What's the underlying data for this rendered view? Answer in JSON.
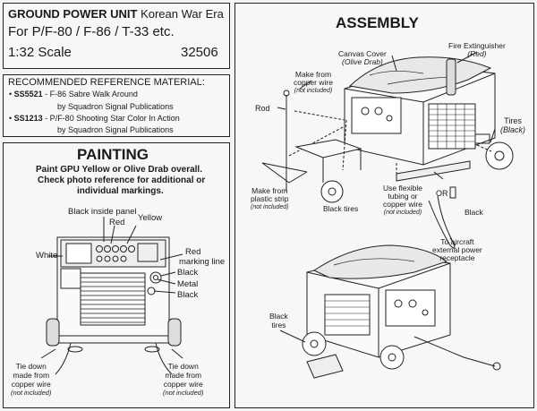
{
  "title": {
    "line1_bold": "GROUND POWER UNIT",
    "line1_rest": "Korean War Era",
    "line2": "For P/F-80 / F-86 / T-33 etc.",
    "line3": "1:32 Scale",
    "kit_number": "32506"
  },
  "reference": {
    "heading": "RECOMMENDED REFERENCE MATERIAL:",
    "items": [
      {
        "code": "SS5521",
        "text": " - F-86 Sabre Walk Around",
        "publisher": "by Squadron Signal Publications"
      },
      {
        "code": "SS1213",
        "text": " - P/F-80 Shooting Star Color In Action",
        "publisher": "by Squadron Signal Publications"
      }
    ]
  },
  "painting": {
    "heading": "PAINTING",
    "instructions": [
      "Paint GPU Yellow or Olive Drab overall.",
      "Check photo reference for additional or",
      "individual markings."
    ],
    "labels": {
      "black_inside_panel": "Black inside panel",
      "red": "Red",
      "yellow": "Yellow",
      "white": "White",
      "red_marking_1": "Red",
      "red_marking_2": "marking line",
      "black1": "Black",
      "metal": "Metal",
      "black2": "Black",
      "tie_left_1": "Tie down",
      "tie_left_2": "made from",
      "tie_left_3": "copper wire",
      "tie_left_4": "(not included)",
      "tie_right_1": "Tie down",
      "tie_right_2": "made from",
      "tie_right_3": "copper wire",
      "tie_right_4": "(not included)"
    }
  },
  "assembly": {
    "heading": "ASSEMBLY",
    "labels": {
      "canvas_1": "Canvas Cover",
      "canvas_2": "(Olive Drab)",
      "fire_1": "Fire Extinguisher",
      "fire_2": "(Red)",
      "copper_1": "Make from",
      "copper_2": "copper wire",
      "copper_3": "(not included)",
      "rod": "Rod",
      "tires_1": "Tires",
      "tires_2": "(Black)",
      "plastic_1": "Make from",
      "plastic_2": "plastic strip",
      "plastic_3": "(not included)",
      "black_tires": "Black tires",
      "flex_1": "Use flexible",
      "flex_2": "tubing or",
      "flex_3": "copper wire",
      "flex_4": "(not included)",
      "or": "OR",
      "black": "Black",
      "aircraft_1": "To aircraft",
      "aircraft_2": "external power",
      "aircraft_3": "receptacle",
      "black_tires2_1": "Black",
      "black_tires2_2": "tires"
    }
  }
}
